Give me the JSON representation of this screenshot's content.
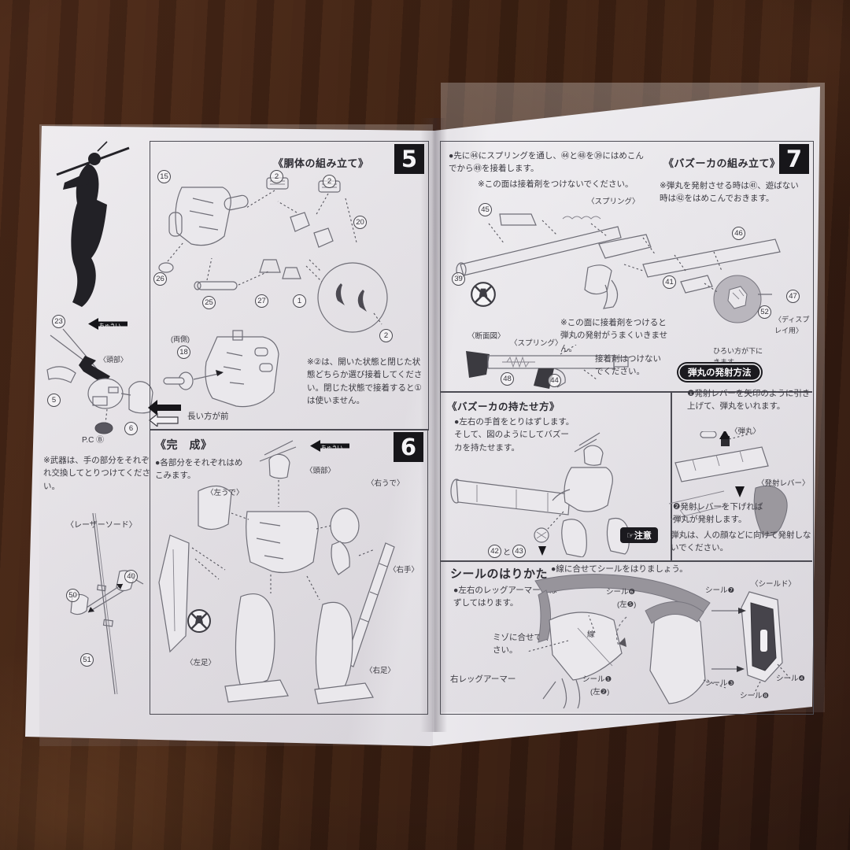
{
  "left_margin": {
    "caution_arrow": "ちゅうい",
    "head_label": "〈頭部〉",
    "pc_label": "P.C Ⓑ",
    "weapon_note": "※武器は、手の部分をそれぞれ交換してとりつけてください。",
    "sword_label": "〈レーザーソード〉",
    "parts": {
      "n23": "23",
      "n5": "5",
      "n6": "6",
      "n50": "50",
      "n40": "40",
      "n51": "51"
    }
  },
  "section5": {
    "number": "5",
    "title": "《胴体の組み立て》",
    "both_sides": "(両側)",
    "front_note": "長い方が前",
    "note": "※②は、開いた状態と閉じた状態どちらか選び接着してください。閉じた状態で接着すると①は使いません。",
    "parts": {
      "n15": "15",
      "n2a": "2",
      "n2b": "2",
      "n20": "20",
      "n26": "26",
      "n25": "25",
      "n27": "27",
      "n1": "1",
      "n2c": "2",
      "n18": "18"
    }
  },
  "section6": {
    "number": "6",
    "title": "《完　成》",
    "bullet": "●各部分をそれぞれはめこみます。",
    "caution_arrow": "ちゅうい",
    "labels": {
      "head": "〈頭部〉",
      "left_arm": "〈左うで〉",
      "right_arm": "〈右うで〉",
      "right_hand": "〈右手〉",
      "left_leg": "〈左足〉",
      "right_leg": "〈右足〉"
    }
  },
  "section7": {
    "number": "7",
    "title": "《バズーカの組み立て》",
    "step": "●先に㊹にスプリングを通し、㊹と㊽を㊴にはめこんでから㊾を接着します。",
    "no_glue_note": "※この面は接着剤をつけないでください。",
    "spring_label": "〈スプリング〉",
    "fire_note": "※弾丸を発射させる時は㊶、遊ばない時は㊷をはめこんでおきます。",
    "display_label": "〈ディスプレイ用〉",
    "wide_note": "ひろい方が下にきます。",
    "section_view_label": "〈断面図〉",
    "spring_label2": "〈スプリング〉",
    "glue_warn": "※この面に接着剤をつけると弾丸の発射がうまくいきません。",
    "glue_warn2": "接着剤はつけないでください。",
    "parts": {
      "n45": "45",
      "n39": "39",
      "n41": "41",
      "n46": "46",
      "n47": "47",
      "n52": "52",
      "n48": "48",
      "n44": "44"
    }
  },
  "holding": {
    "title": "《バズーカの持たせ方》",
    "text": "●左右の手首をとりはずします。そして、図のようにしてバズーカを持たせます。",
    "parts": {
      "n42": "42",
      "and": "と",
      "n43": "43"
    }
  },
  "firing": {
    "badge": "弾丸の発射方法",
    "step1": "❶発射レバーを矢印のように引き上げて、弾丸をいれます。",
    "bullet_label": "〈弾丸〉",
    "lever_label": "〈発射レバー〉",
    "step2": "❷発射レバーを下げれば弾丸が発射します。",
    "caution_badge": "☞注意",
    "caution_text": "弾丸は、人の顔などに向けて発射しないでください。"
  },
  "stickers": {
    "title": "シールのはりかた",
    "bullet_right": "●線に合せてシールをはりましょう。",
    "bullet_left": "●左右のレッグアーマーをはずしてはります。",
    "groove_note": "ミゾに合せてください。",
    "right_leg_armor": "右レッグアーマー",
    "line_label": "線",
    "seal6": "シール❻",
    "seal6_sub": "(左❺)",
    "seal7": "シール❼",
    "shield_label": "〈シールド〉",
    "seal1": "シール❶",
    "seal1_sub": "(左❷)",
    "seal3": "シール❸",
    "seal8": "シール❽",
    "seal4": "シール❹"
  }
}
